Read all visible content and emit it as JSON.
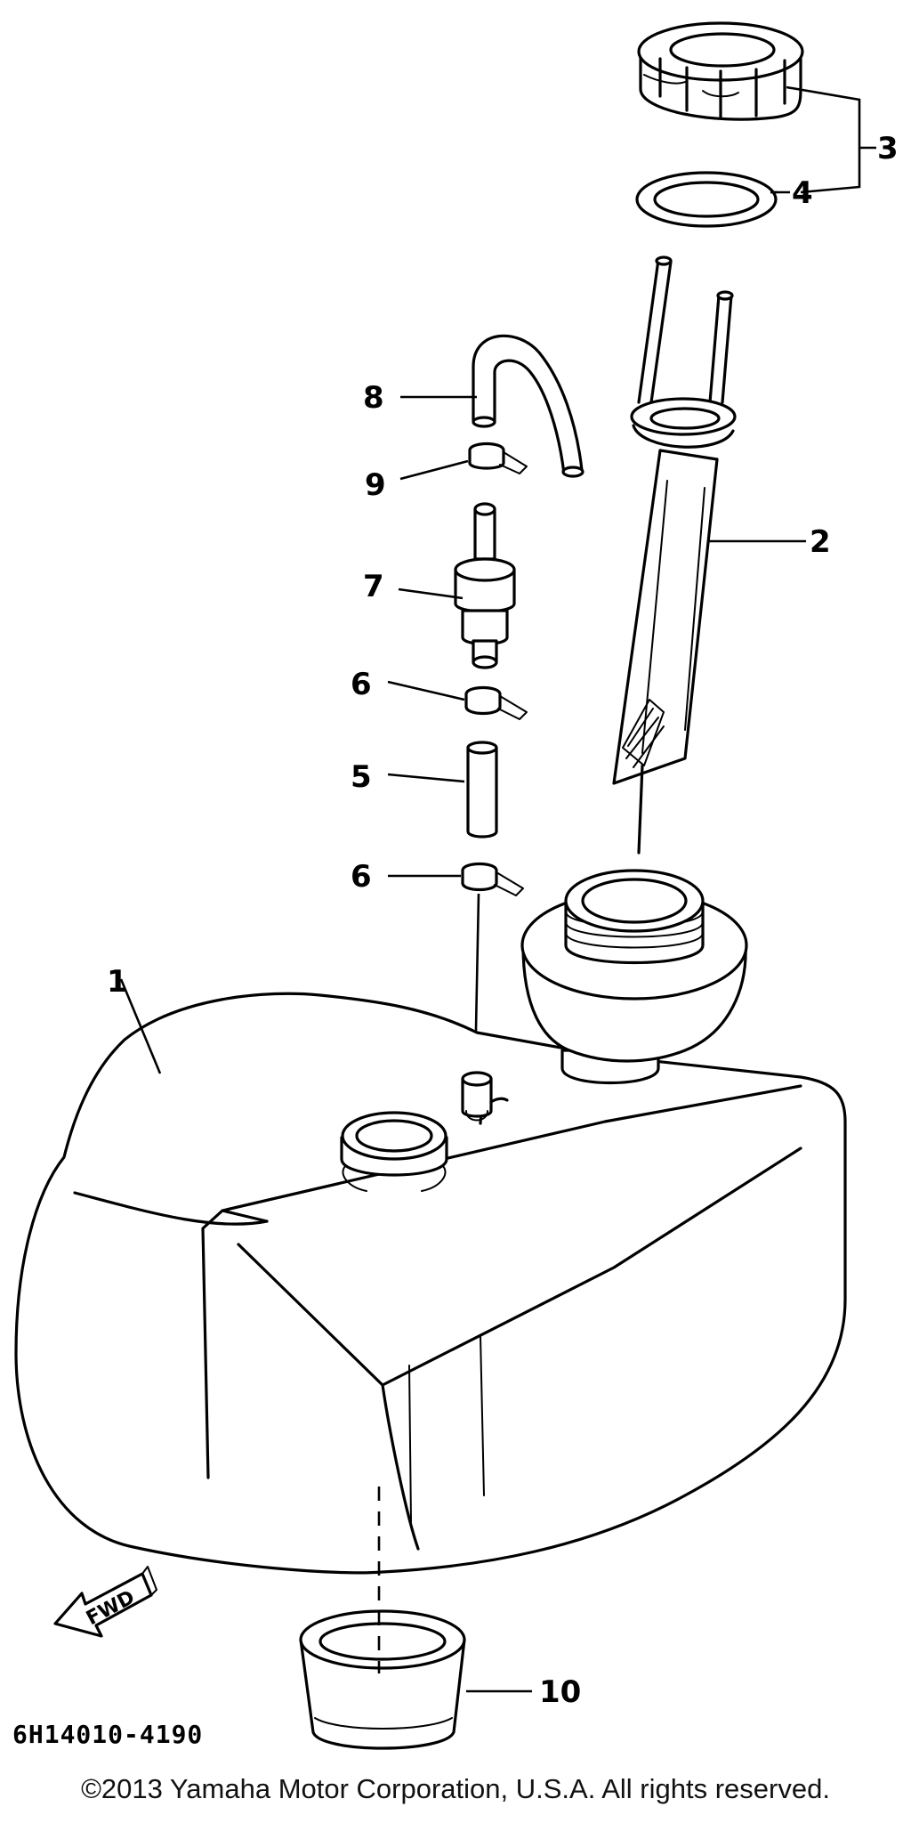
{
  "diagram": {
    "callouts": [
      {
        "id": "1",
        "label": "1"
      },
      {
        "id": "2",
        "label": "2"
      },
      {
        "id": "3",
        "label": "3"
      },
      {
        "id": "4",
        "label": "4"
      },
      {
        "id": "5",
        "label": "5"
      },
      {
        "id": "6a",
        "label": "6"
      },
      {
        "id": "6b",
        "label": "6"
      },
      {
        "id": "7",
        "label": "7"
      },
      {
        "id": "8",
        "label": "8"
      },
      {
        "id": "9",
        "label": "9"
      },
      {
        "id": "10",
        "label": "10"
      }
    ],
    "direction_arrow_label": "FWD",
    "diagram_code": "6H14010-4190"
  },
  "copyright": "©2013 Yamaha Motor Corporation, U.S.A. All rights reserved."
}
